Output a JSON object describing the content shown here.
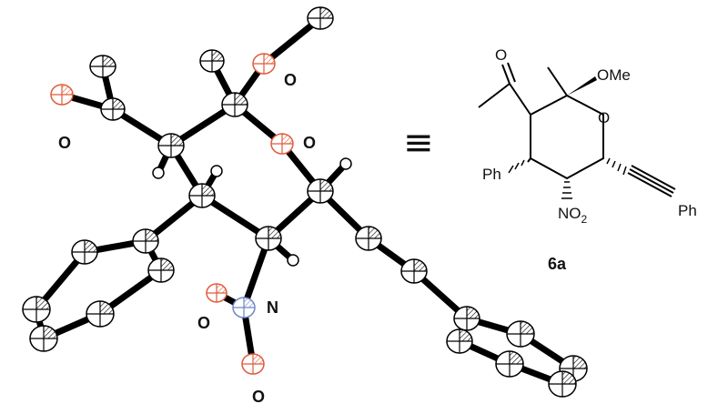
{
  "labels": {
    "o_top": "O",
    "o_left": "O",
    "o_ring": "O",
    "n_nitro": "N",
    "o_nitro_1": "O",
    "o_nitro_2": "O",
    "equiv": "≡",
    "compound": "6a",
    "s_ome": "OMe",
    "s_o": "O",
    "s_ph_left": "Ph",
    "s_ph_right": "Ph",
    "s_no2": "NO",
    "s_no2_sub": "2",
    "s_carbonyl_o": "O"
  },
  "colors": {
    "carbon": "#111111",
    "oxygen": "#e05a3a",
    "nitrogen": "#6f86c4",
    "hydrogen": "#ffffff"
  }
}
